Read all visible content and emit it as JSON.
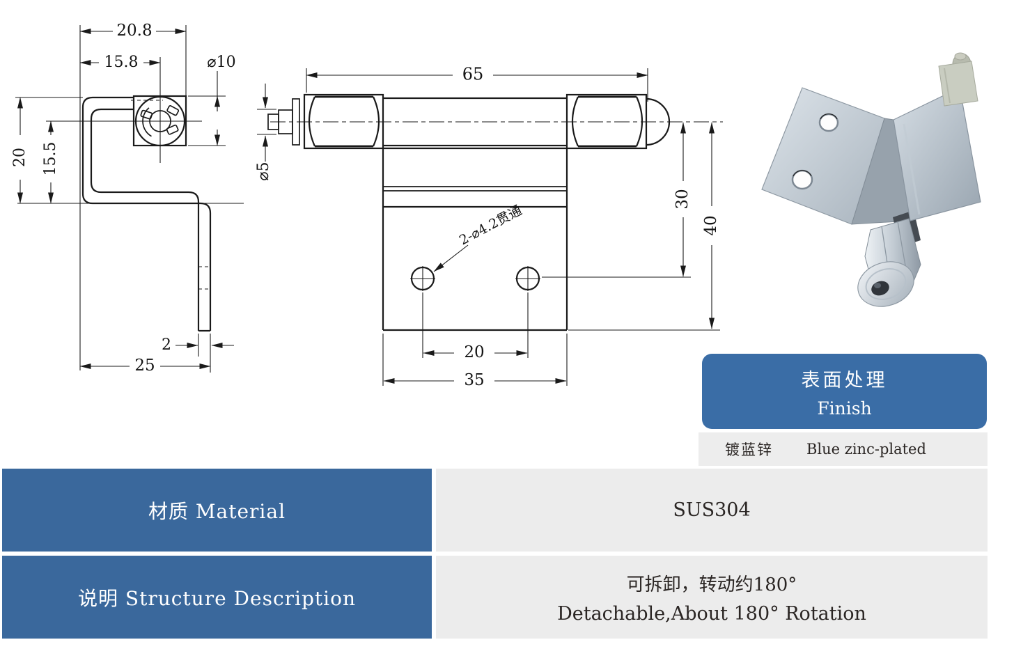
{
  "side_view": {
    "width_top": "20.8",
    "width_inner": "15.8",
    "knob_diameter": "⌀10",
    "height_total": "20",
    "height_inner": "15.5",
    "thickness": "2",
    "depth": "25"
  },
  "front_view": {
    "pin_length": "65",
    "pin_diameter": "⌀5",
    "hole_callout": "2-⌀4.2贯通",
    "hole_offset": "30",
    "height_total": "40",
    "hole_spacing": "20",
    "plate_width": "35"
  },
  "finish": {
    "title_zh": "表面处理",
    "title_en": "Finish",
    "value_zh": "镀蓝锌",
    "value_en": "Blue zinc-plated"
  },
  "spec_table": {
    "rows": [
      {
        "label": "材质 Material",
        "value_line1": "SUS304",
        "value_line2": ""
      },
      {
        "label": "说明 Structure Description",
        "value_line1": "可拆卸，转动约180°",
        "value_line2": "Detachable,About 180°  Rotation"
      }
    ]
  },
  "colors": {
    "accent_blue": "#3a6da6",
    "table_blue": "#3a689c",
    "row_gray": "#ececec",
    "line": "#1a1a1a"
  }
}
